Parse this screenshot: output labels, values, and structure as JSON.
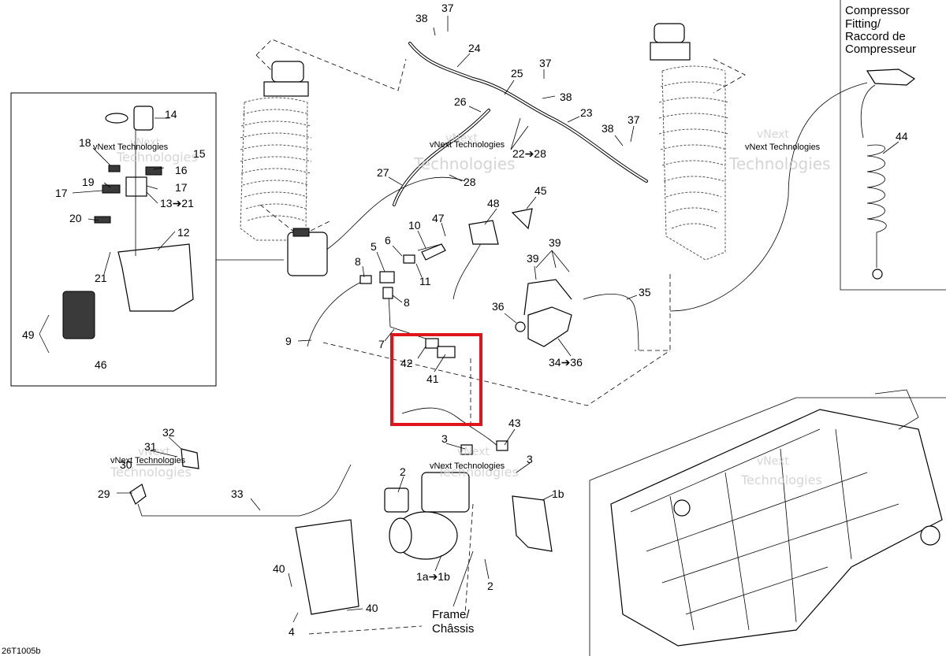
{
  "colors": {
    "highlight": "#e0151b",
    "ink": "#000000",
    "watermark": "#c8c8c8"
  },
  "diagram_code": "26T1005b",
  "compressor_note": [
    "Compressor",
    "Fitting/",
    "Raccord de",
    "Compresseur"
  ],
  "frame_note": [
    "Frame/",
    "Châssis"
  ],
  "watermark": {
    "line1": "vNext",
    "line2": "Technologies",
    "full": "vNext Technologies"
  },
  "callouts": {
    "c1a1b": "1a➔1b",
    "c1b": "1b",
    "c2a": "2",
    "c2b": "2",
    "c3a": "3",
    "c3b": "3",
    "c4": "4",
    "c5": "5",
    "c6": "6",
    "c7": "7",
    "c8a": "8",
    "c8b": "8",
    "c9": "9",
    "c10": "10",
    "c11": "11",
    "c12": "12",
    "c13": "13➔21",
    "c14": "14",
    "c15": "15",
    "c16": "16",
    "c17a": "17",
    "c17b": "17",
    "c18": "18",
    "c19": "19",
    "c20": "20",
    "c21": "21",
    "c22": "22➔28",
    "c23": "23",
    "c24": "24",
    "c25": "25",
    "c26": "26",
    "c27": "27",
    "c28": "28",
    "c29": "29",
    "c30": "30",
    "c31": "31",
    "c32": "32",
    "c33": "33",
    "c34": "34➔36",
    "c35": "35",
    "c36": "36",
    "c37a": "37",
    "c37b": "37",
    "c37c": "37",
    "c38a": "38",
    "c38b": "38",
    "c38c": "38",
    "c39a": "39",
    "c39b": "39",
    "c40a": "40",
    "c40b": "40",
    "c41": "41",
    "c42": "42",
    "c43": "43",
    "c44": "44",
    "c45": "45",
    "c46": "46",
    "c47": "47",
    "c48": "48",
    "c49": "49"
  }
}
